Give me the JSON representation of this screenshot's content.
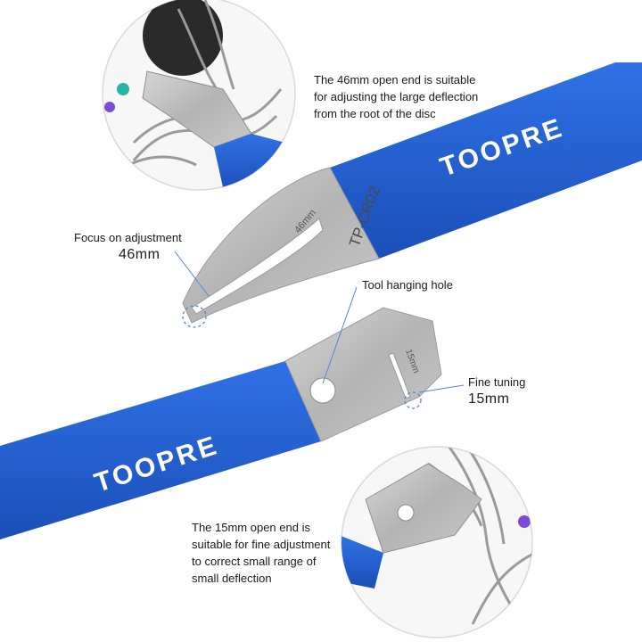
{
  "brand": {
    "logo_text": "TOOPRE",
    "model_code": "TP-CR02",
    "accent_color": "#1f5fd1",
    "steel_color": "#b8b8b8"
  },
  "tool_marks": {
    "large_slot": "46mm",
    "small_slot": "15mm"
  },
  "callouts": {
    "top_right": {
      "lines": [
        "The 46mm open end is suitable",
        "for adjusting the large deflection",
        "from the root of the disc"
      ]
    },
    "focus": {
      "label": "Focus on adjustment",
      "value": "46mm"
    },
    "hanging_hole": {
      "label": "Tool hanging hole"
    },
    "fine_tuning": {
      "label": "Fine tuning",
      "value": "15mm"
    },
    "bottom_left": {
      "lines": [
        "The 15mm open end is",
        "suitable for fine adjustment",
        "to correct small range of",
        "small deflection"
      ]
    }
  }
}
